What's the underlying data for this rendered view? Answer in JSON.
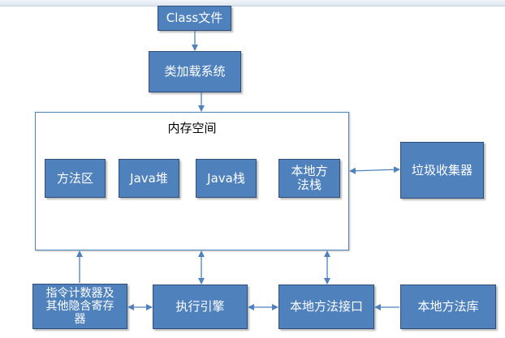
{
  "diagram": {
    "nodes": {
      "class_file": "Class文件",
      "class_loader": "类加载系统",
      "memory_space": "内存空间",
      "method_area": "方法区",
      "java_heap": "Java堆",
      "java_stack": "Java栈",
      "native_method_stack": "本地方\n法栈",
      "gc": "垃圾收集器",
      "pc_register": "指令计数器及\n其他隐含寄存\n器",
      "execution_engine": "执行引擎",
      "native_interface": "本地方法接口",
      "native_library": "本地方法库"
    },
    "colors": {
      "box_fill": "#4f81bd",
      "box_border": "#2f4f7a",
      "connector": "#4f81bd",
      "label_text": "#ffffff"
    }
  }
}
